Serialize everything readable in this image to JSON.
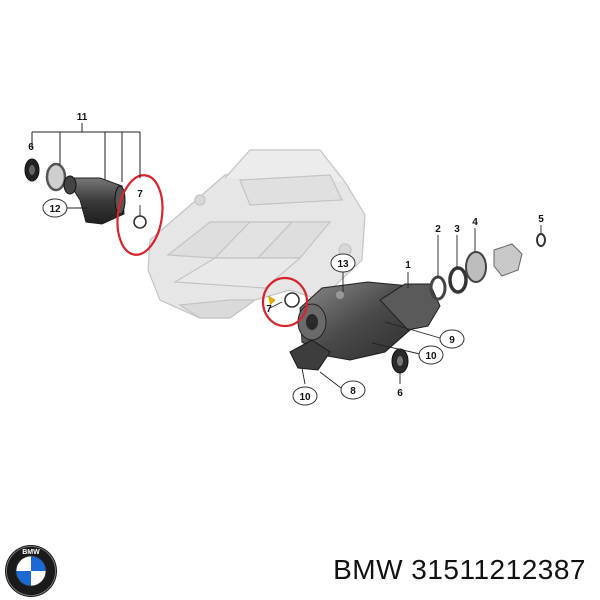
{
  "callouts": {
    "c1": "1",
    "c2": "2",
    "c3": "3",
    "c4": "4",
    "c5": "5",
    "c6a": "6",
    "c6b": "6",
    "c7a": "7",
    "c7b": "7",
    "c8": "8",
    "c9": "9",
    "c10a": "10",
    "c10b": "10",
    "c11": "11",
    "c12": "12",
    "c13": "13"
  },
  "logo": {
    "text": "BMW"
  },
  "footer": {
    "caption": "BMW 31511212387"
  },
  "colors": {
    "highlight_circle": "#d9232d",
    "housing": "#dcdcdc",
    "dark_part": "#333333"
  }
}
